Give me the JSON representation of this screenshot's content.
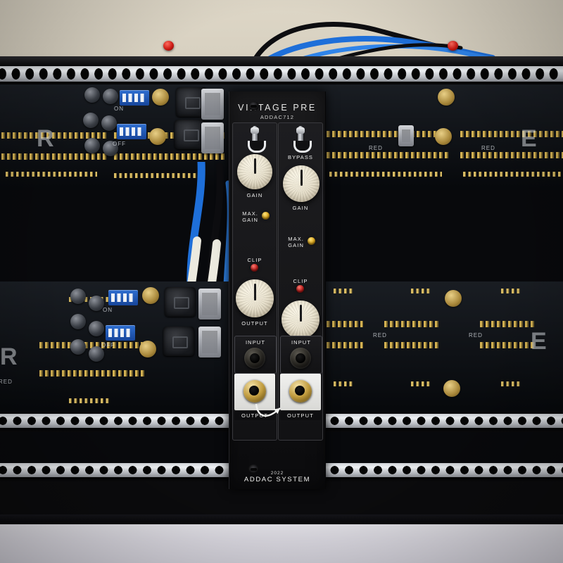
{
  "scene": {
    "subject": "eurorack-modular-synthesizer-case",
    "background_color": "#d9d3c4",
    "case_color": "#0b0b0d"
  },
  "module": {
    "title": "VINTAGE PRE",
    "model": "ADDAC712",
    "year": "2022",
    "brand": "ADDAC SYSTEM",
    "faceplate_color": "#141416",
    "knob_color": "#efe8d4",
    "channels": [
      {
        "name": "channel-left",
        "toggle_label": "",
        "gain_label": "GAIN",
        "max_gain_label_line1": "MAX.",
        "max_gain_label_line2": "GAIN",
        "max_gain_led_color": "#e0a81c",
        "clip_label": "CLIP",
        "clip_led_color": "#c01f1c",
        "output_label": "OUTPUT",
        "input_label": "INPUT",
        "jack_output_label": "OUTPUT"
      },
      {
        "name": "channel-right",
        "toggle_label": "BYPASS",
        "gain_label": "GAIN",
        "max_gain_label_line1": "MAX.",
        "max_gain_label_line2": "GAIN",
        "max_gain_led_color": "#e0a81c",
        "clip_label": "CLIP",
        "clip_led_color": "#c01f1c",
        "output_label": "",
        "input_label": "INPUT",
        "jack_output_label": "OUTPUT"
      }
    ]
  },
  "rack": {
    "bus_board_silk": [
      "R",
      "RED",
      "E",
      "RED",
      "RED"
    ],
    "dip_on_label": "ON",
    "dip_off_label": "OFF",
    "screw_color": "#cc1a14",
    "cable_colors": [
      "#1e6fd9",
      "#0d0d10",
      "#f0efe9"
    ]
  }
}
